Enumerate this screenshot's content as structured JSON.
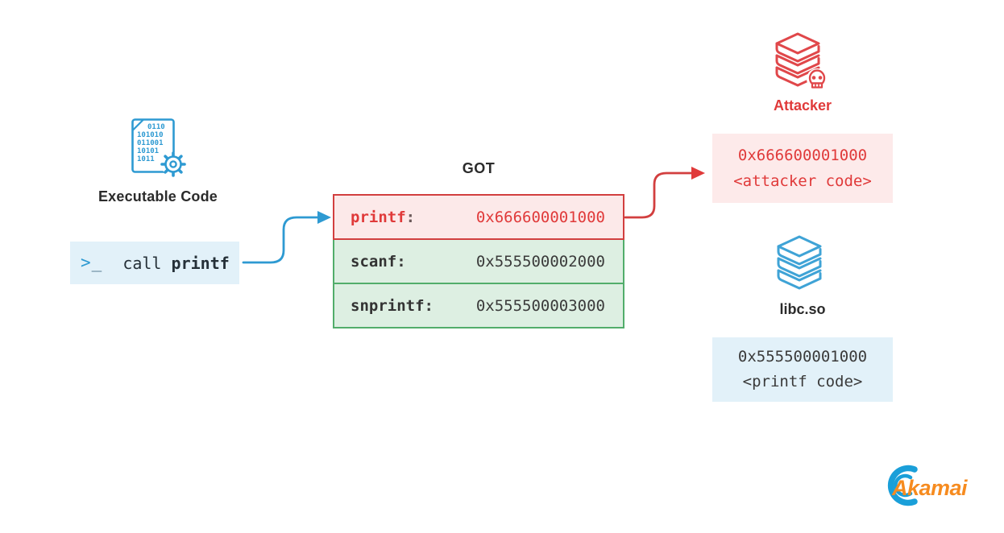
{
  "colors": {
    "red_accent": "#e03a3a",
    "red_border": "#d23f3f",
    "red_bg": "#fce9e9",
    "green_border": "#52ad6b",
    "green_bg": "#ddefe2",
    "blue_accent": "#2e9ad2",
    "blue_bg": "#e2f1f9",
    "dark_text": "#2b2b2b",
    "akamai_orange": "#f68b1f",
    "akamai_blue": "#1a9fd9"
  },
  "exec": {
    "label": "Executable Code",
    "icon_lines": [
      "0110",
      "101010",
      "011001",
      "10101",
      "1011"
    ],
    "terminal": {
      "prompt_chevron": ">",
      "prompt_cursor": "_",
      "command_prefix": "call",
      "command_target": "printf"
    }
  },
  "got": {
    "title": "GOT",
    "rows": [
      {
        "name": "printf",
        "colon": ":",
        "value": "0x666600001000"
      },
      {
        "name": "scanf",
        "colon": ":",
        "value": "0x555500002000"
      },
      {
        "name": "snprintf",
        "colon": ":",
        "value": "0x555500003000"
      }
    ]
  },
  "attacker": {
    "label": "Attacker",
    "address": "0x666600001000",
    "code": "<attacker code>"
  },
  "libc": {
    "label": "libc.so",
    "address": "0x555500001000",
    "code": "<printf code>"
  },
  "branding": {
    "logo_text": "Akamai"
  }
}
